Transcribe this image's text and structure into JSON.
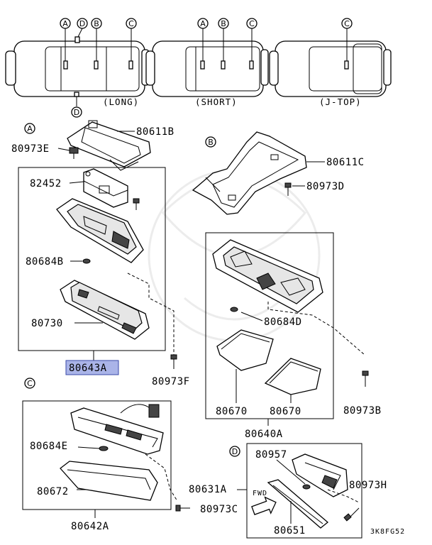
{
  "vehicle_views": {
    "long": "(LONG)",
    "short": "(SHORT)",
    "jtop": "(J-TOP)"
  },
  "locators": {
    "a": "A",
    "b": "B",
    "c": "C",
    "d": "D"
  },
  "parts": {
    "p80611B": "80611B",
    "p80973E": "80973E",
    "p80611C": "80611C",
    "p80973D": "80973D",
    "p82452": "82452",
    "p80684B": "80684B",
    "p80730": "80730",
    "p80643A": "80643A",
    "p80973F": "80973F",
    "p80684D": "80684D",
    "p80670a": "80670",
    "p80670b": "80670",
    "p80973B": "80973B",
    "p80640A": "80640A",
    "p80684E": "80684E",
    "p80672": "80672",
    "p80631A": "80631A",
    "p80973C": "80973C",
    "p80642A": "80642A",
    "p80957": "80957",
    "p80973H": "80973H",
    "p80651": "80651"
  },
  "fwd": "FWD",
  "figure_code": "3K8FG52",
  "colors": {
    "highlight_fill": "#aab4e8",
    "highlight_border": "#3a4aa8"
  }
}
